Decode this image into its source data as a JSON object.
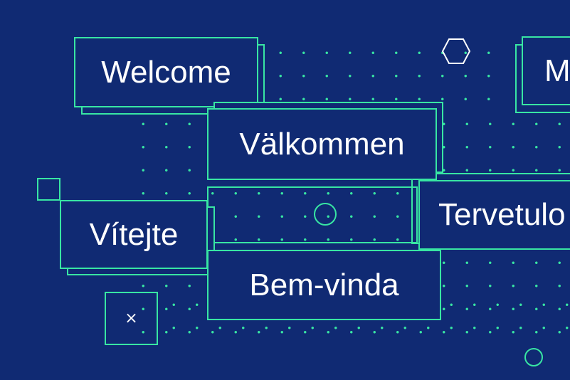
{
  "greetings": {
    "welcome": "Welcome",
    "valkommen": "Välkommen",
    "vitejte": "Vítejte",
    "bem_vinda": "Bem-vinda",
    "tervetuloa": "Tervetulo",
    "partial_top_right": "M"
  },
  "close_symbol": "×",
  "colors": {
    "background": "#102a73",
    "accent": "#38e6a3",
    "text": "#ffffff"
  },
  "icons": [
    "hexagon-icon",
    "circle-icon",
    "square-icon",
    "close-icon"
  ]
}
